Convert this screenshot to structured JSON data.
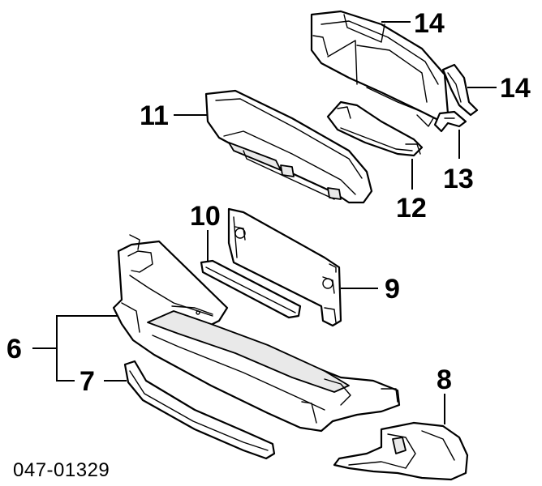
{
  "diagram": {
    "reference_code": "047-01329",
    "callouts": {
      "c6": "6",
      "c7": "7",
      "c8": "8",
      "c9": "9",
      "c10": "10",
      "c11": "11",
      "c12": "12",
      "c13": "13",
      "c14_top": "14",
      "c14_right": "14"
    }
  }
}
